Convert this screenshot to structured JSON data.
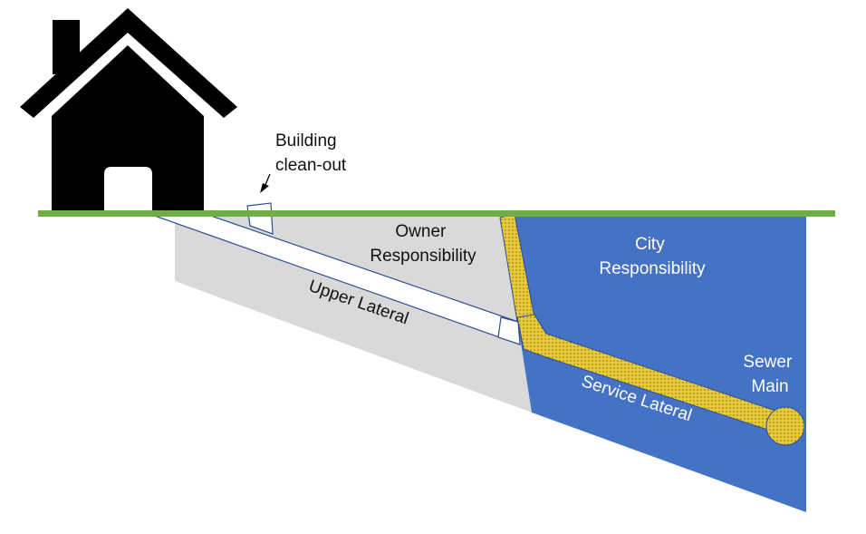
{
  "labels": {
    "building_cleanout": [
      "Building",
      "clean-out"
    ],
    "owner_responsibility": [
      "Owner",
      "Responsibility"
    ],
    "city_responsibility": [
      "City",
      "Responsibility"
    ],
    "upper_lateral": "Upper Lateral",
    "service_lateral": "Service Lateral",
    "sewer_main": [
      "Sewer",
      "Main"
    ]
  },
  "colors": {
    "ground_line": "#70ad47",
    "owner_zone": "#d9d9d9",
    "city_zone": "#4472c4",
    "lateral_pipe": "#e8c93a",
    "house": "#000000"
  },
  "icons": {
    "house": "house-icon",
    "cleanout_pointer": "arrow-pointer-icon"
  }
}
